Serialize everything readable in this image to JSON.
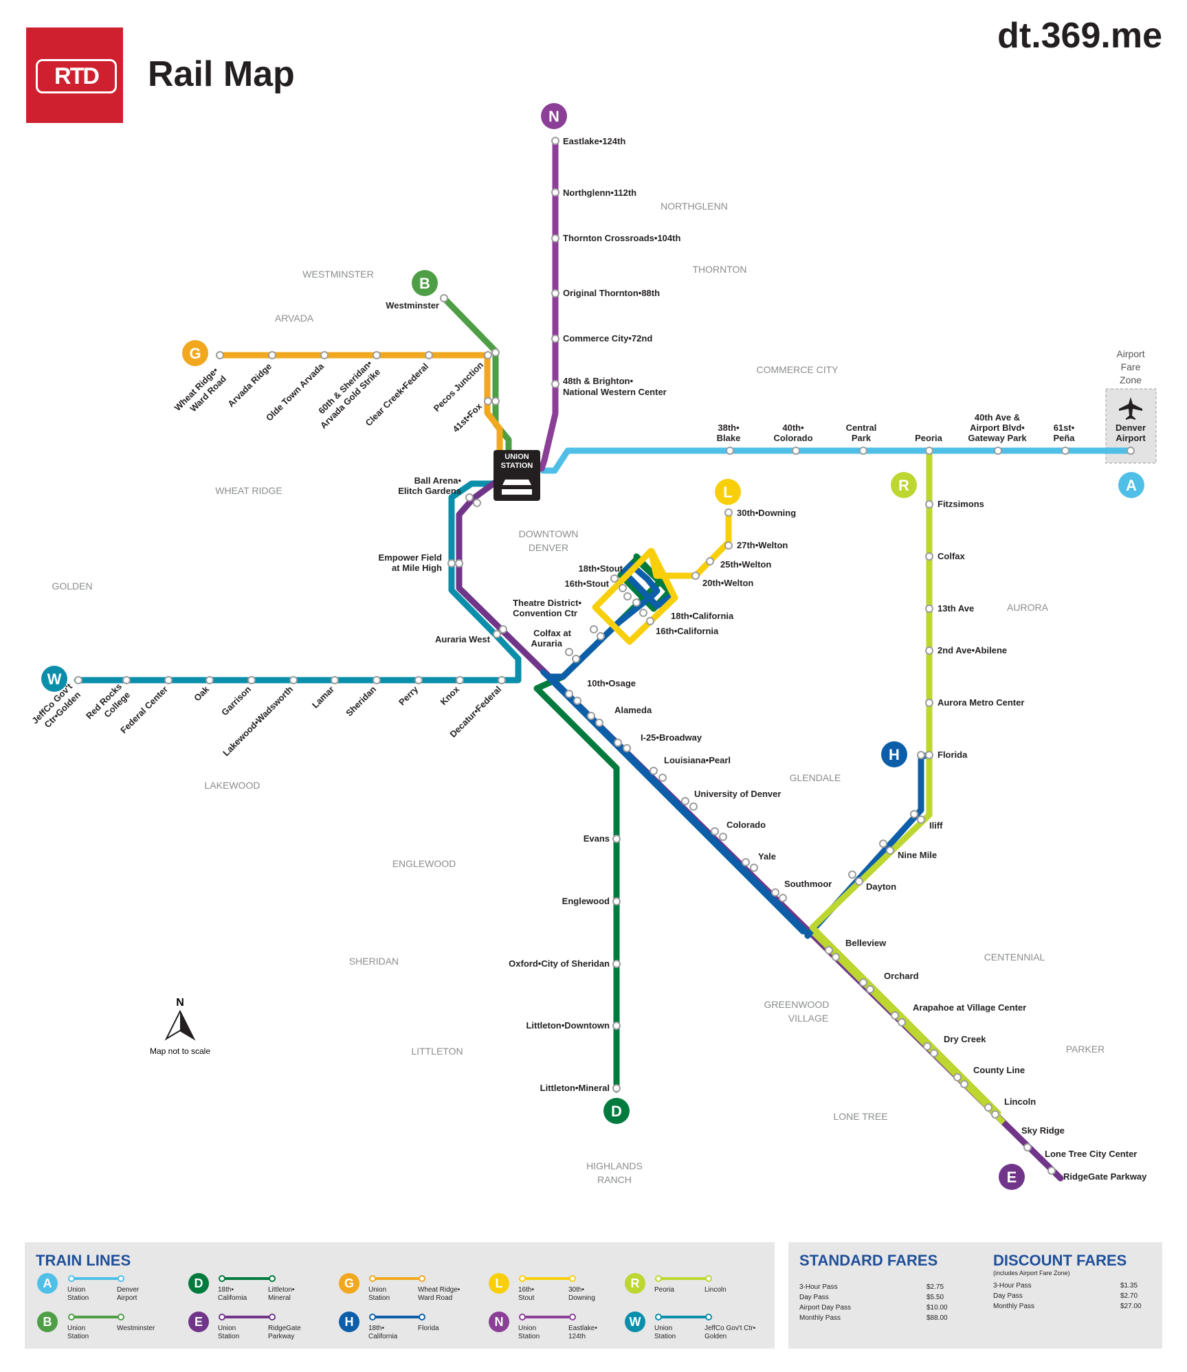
{
  "header": {
    "logo_text": "RTD",
    "title": "Rail Map",
    "site": "dt.369.me"
  },
  "colors": {
    "A": "#4fbfe8",
    "B": "#4e9e45",
    "D": "#007a3d",
    "E": "#703589",
    "G": "#f1a81f",
    "H": "#0c5ea9",
    "L": "#f8cf0a",
    "N": "#8b3f96",
    "R": "#bdd630",
    "W": "#0a8eaa",
    "logo": "#cf202f",
    "heading": "#1f4f99"
  },
  "lines": {
    "A": {
      "badge": "A",
      "from": "Union Station",
      "to": "Denver Airport"
    },
    "B": {
      "badge": "B",
      "from": "Union Station",
      "to": "Westminster"
    },
    "D": {
      "badge": "D",
      "from": "18th•California",
      "to": "Littleton•Mineral"
    },
    "E": {
      "badge": "E",
      "from": "Union Station",
      "to": "RidgeGate Parkway"
    },
    "G": {
      "badge": "G",
      "from": "Union Station",
      "to": "Wheat Ridge•Ward Road"
    },
    "H": {
      "badge": "H",
      "from": "18th•California",
      "to": "Florida"
    },
    "L": {
      "badge": "L",
      "from": "16th•Stout",
      "to": "30th•Downing"
    },
    "N": {
      "badge": "N",
      "from": "Union Station",
      "to": "Eastlake•124th"
    },
    "R": {
      "badge": "R",
      "from": "Peoria",
      "to": "Lincoln"
    },
    "W": {
      "badge": "W",
      "from": "Union Station",
      "to": "JeffCo Gov't Ctr•Golden"
    }
  },
  "union_station": [
    "UNION",
    "STATION"
  ],
  "stations": {
    "N": [
      "Eastlake•124th",
      "Northglenn•112th",
      "Thornton Crossroads•104th",
      "Original Thornton•88th",
      "Commerce City•72nd",
      "48th & Brighton•",
      "National Western Center"
    ],
    "A": [
      "38th•",
      "Blake",
      "40th•",
      "Colorado",
      "Central",
      "Park",
      "Peoria",
      "40th Ave &",
      "Airport Blvd•",
      "Gateway Park",
      "61st•",
      "Peña",
      "Denver",
      "Airport"
    ],
    "airport_zone": [
      "Airport",
      "Fare",
      "Zone"
    ],
    "B": [
      "Westminster"
    ],
    "G": [
      "Wheat Ridge•",
      "Ward Road",
      "Arvada Ridge",
      "Olde Town Arvada",
      "60th & Sheridan•",
      "Arvada Gold Strike",
      "Clear Creek•Federal",
      "Pecos Junction",
      "41st•Fox"
    ],
    "W": [
      "JeffCo Gov't",
      "Ctr•Golden",
      "Red Rocks",
      "College",
      "Federal Center",
      "Oak",
      "Garrison",
      "Lakewood•Wadsworth",
      "Lamar",
      "Sheridan",
      "Perry",
      "Knox",
      "Decatur•Federal",
      "Auraria West",
      "Empower Field",
      "at Mile High",
      "Ball Arena•",
      "Elitch Gardens"
    ],
    "L": [
      "30th•Downing",
      "27th•Welton",
      "25th•Welton",
      "20th•Welton"
    ],
    "downtown": [
      "18th•Stout",
      "16th•Stout",
      "Theatre District•",
      "Convention Ctr",
      "18th•California",
      "16th•California",
      "Colfax at",
      "Auraria"
    ],
    "southeast": [
      "10th•Osage",
      "Alameda",
      "I-25•Broadway",
      "Louisiana•Pearl",
      "University of Denver",
      "Colorado",
      "Yale",
      "Southmoor",
      "Belleview",
      "Orchard",
      "Arapahoe at Village Center",
      "Dry Creek",
      "County Line",
      "Lincoln",
      "Sky Ridge",
      "Lone Tree City Center",
      "RidgeGate Parkway"
    ],
    "D": [
      "Evans",
      "Englewood",
      "Oxford•City of Sheridan",
      "Littleton•Downtown",
      "Littleton•Mineral"
    ],
    "R": [
      "Fitzsimons",
      "Colfax",
      "13th Ave",
      "2nd Ave•Abilene",
      "Aurora Metro Center",
      "Florida"
    ],
    "H": [
      "Iliff",
      "Nine Mile",
      "Dayton"
    ]
  },
  "areas": [
    "NORTHGLENN",
    "THORNTON",
    "WESTMINSTER",
    "ARVADA",
    "COMMERCE CITY",
    "WHEAT RIDGE",
    "DOWNTOWN",
    "DENVER",
    "GOLDEN",
    "AURORA",
    "LAKEWOOD",
    "GLENDALE",
    "ENGLEWOOD",
    "SHERIDAN",
    "CENTENNIAL",
    "GREENWOOD",
    "VILLAGE",
    "LITTLETON",
    "PARKER",
    "LONE TREE",
    "HIGHLANDS",
    "RANCH"
  ],
  "compass": {
    "letter": "N",
    "note": "Map not to scale"
  },
  "legend": {
    "train_lines_title": "TRAIN LINES",
    "standard_title": "STANDARD FARES",
    "discount_title": "DISCOUNT FARES",
    "discount_note": "(includes Airport Fare Zone)",
    "A_from": [
      "Union",
      "Station"
    ],
    "A_to": [
      "Denver",
      "Airport"
    ],
    "B_from": [
      "Union",
      "Station"
    ],
    "B_to": [
      "Westminster"
    ],
    "D_from": [
      "18th•",
      "California"
    ],
    "D_to": [
      "Littleton•",
      "Mineral"
    ],
    "E_from": [
      "Union",
      "Station"
    ],
    "E_to": [
      "RidgeGate",
      "Parkway"
    ],
    "G_from": [
      "Union",
      "Station"
    ],
    "G_to": [
      "Wheat Ridge•",
      "Ward Road"
    ],
    "H_from": [
      "18th•",
      "California"
    ],
    "H_to": [
      "Florida"
    ],
    "L_from": [
      "16th•",
      "Stout"
    ],
    "L_to": [
      "30th•",
      "Downing"
    ],
    "N_from": [
      "Union",
      "Station"
    ],
    "N_to": [
      "Eastlake•",
      "124th"
    ],
    "R_from": [
      "Peoria"
    ],
    "R_to": [
      "Lincoln"
    ],
    "W_from": [
      "Union",
      "Station"
    ],
    "W_to": [
      "JeffCo Gov't Ctr•",
      "Golden"
    ]
  },
  "fares": {
    "standard": [
      {
        "name": "3-Hour Pass",
        "price": "$2.75"
      },
      {
        "name": "Day Pass",
        "price": "$5.50"
      },
      {
        "name": "Airport Day Pass",
        "price": "$10.00"
      },
      {
        "name": "Monthly Pass",
        "price": "$88.00"
      }
    ],
    "discount": [
      {
        "name": "3-Hour Pass",
        "price": "$1.35"
      },
      {
        "name": "Day Pass",
        "price": "$2.70"
      },
      {
        "name": "Monthly Pass",
        "price": "$27.00"
      }
    ]
  }
}
